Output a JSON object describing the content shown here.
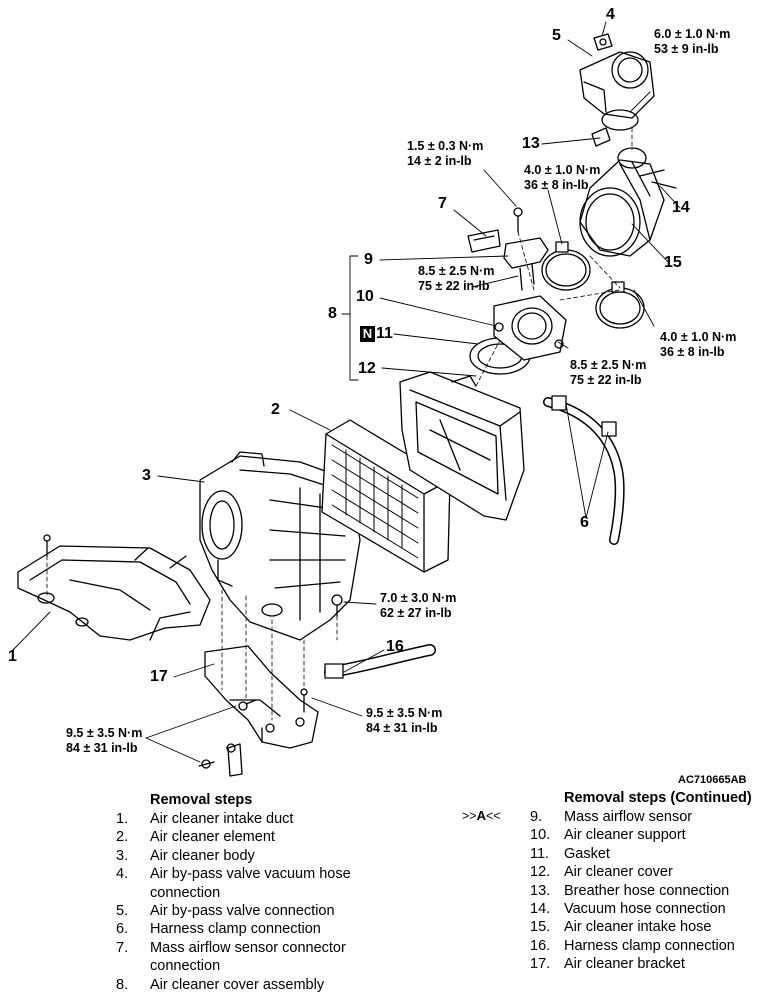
{
  "figure": {
    "code": "AC710665AB",
    "n_mark": "N",
    "callouts": {
      "c1": "1",
      "c2": "2",
      "c3": "3",
      "c4": "4",
      "c5": "5",
      "c6": "6",
      "c7": "7",
      "c8": "8",
      "c9": "9",
      "c10": "10",
      "c11": "11",
      "c12": "12",
      "c13": "13",
      "c14": "14",
      "c15": "15",
      "c16": "16",
      "c17": "17"
    },
    "torques": {
      "t_bypass": [
        "6.0 ± 1.0 N·m",
        "53 ± 9 in-lb"
      ],
      "t_maf_screw": [
        "1.5 ± 0.3 N·m",
        "14 ± 2 in-lb"
      ],
      "t_hose_upper": [
        "4.0 ± 1.0 N·m",
        "36 ± 8 in-lb"
      ],
      "t_maf_bolt": [
        "8.5 ± 2.5 N·m",
        "75 ± 22 in-lb"
      ],
      "t_hose_lower": [
        "4.0 ± 1.0 N·m",
        "36 ± 8 in-lb"
      ],
      "t_support": [
        "8.5 ± 2.5 N·m",
        "75 ± 22 in-lb"
      ],
      "t_body": [
        "7.0 ± 3.0 N·m",
        "62 ± 27 in-lb"
      ],
      "t_bracket_left": [
        "9.5 ± 3.5 N·m",
        "84 ± 31 in-lb"
      ],
      "t_bracket_right": [
        "9.5 ± 3.5 N·m",
        "84 ± 31 in-lb"
      ]
    }
  },
  "removal_left": {
    "title": "Removal steps",
    "items": [
      {
        "num": "1.",
        "text": "Air cleaner intake duct"
      },
      {
        "num": "2.",
        "text": "Air cleaner element"
      },
      {
        "num": "3.",
        "text": "Air cleaner body"
      },
      {
        "num": "4.",
        "text": "Air by-pass valve vacuum hose connection"
      },
      {
        "num": "5.",
        "text": "Air by-pass valve connection"
      },
      {
        "num": "6.",
        "text": "Harness clamp connection"
      },
      {
        "num": "7.",
        "text": "Mass airflow sensor connector connection"
      },
      {
        "num": "8.",
        "text": "Air cleaner cover assembly"
      }
    ]
  },
  "removal_right": {
    "title": "Removal steps (Continued)",
    "marker_prefix": ">>",
    "marker_letter": "A",
    "marker_suffix": "<<",
    "items": [
      {
        "num": "9.",
        "text": "Mass airflow sensor"
      },
      {
        "num": "10.",
        "text": "Air cleaner support"
      },
      {
        "num": "11.",
        "text": "Gasket"
      },
      {
        "num": "12.",
        "text": "Air cleaner cover"
      },
      {
        "num": "13.",
        "text": "Breather hose connection"
      },
      {
        "num": "14.",
        "text": "Vacuum hose connection"
      },
      {
        "num": "15.",
        "text": "Air cleaner intake hose"
      },
      {
        "num": "16.",
        "text": "Harness clamp connection"
      },
      {
        "num": "17.",
        "text": "Air cleaner bracket"
      }
    ]
  }
}
